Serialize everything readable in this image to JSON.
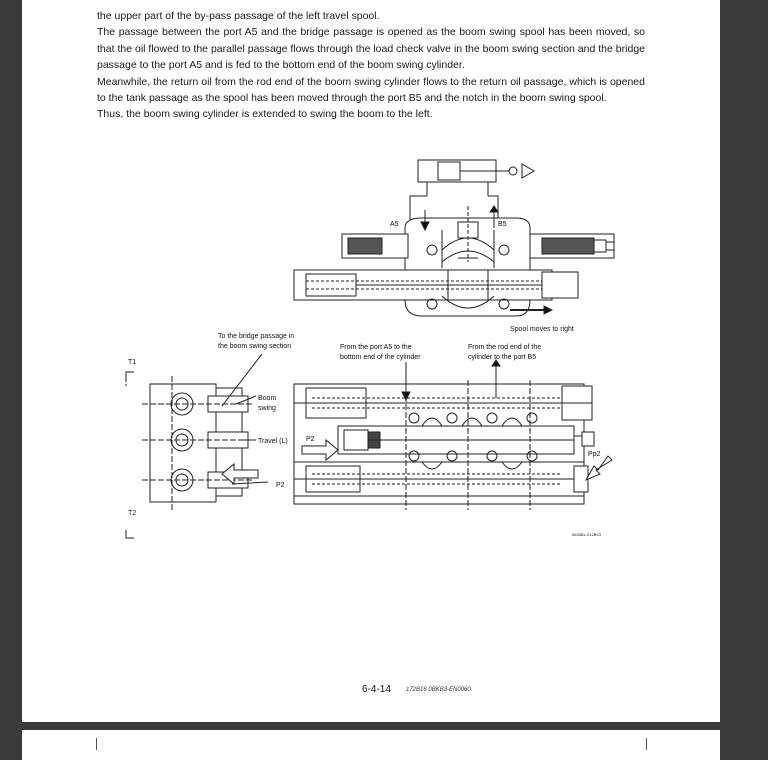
{
  "text": {
    "lines": [
      "the upper part of the by-pass passage of the left travel spool.",
      "The passage between the port A5 and the bridge passage is opened as the boom swing spool has been moved, so that the oil flowed to the parallel passage flows through the load check valve in the boom swing section and the bridge passage to the port A5 and is fed to the bottom end of the boom swing cylinder.",
      "Meanwhile, the return oil from the rod end of the boom swing cylinder flows to the return oil passage, which is opened to the tank passage as the spool has been moved through the port B5 and the notch in the boom swing spool.",
      "Thus, the boom swing cylinder is extended to swing the boom to the left."
    ]
  },
  "diagram": {
    "labels": {
      "a5": "A5",
      "b5": "B5",
      "spool_moves": "Spool moves to right",
      "bridge_1": "To the bridge passage in",
      "bridge_2": "the boom swing section",
      "from_a5_1": "From the port A5 to the",
      "from_a5_2": "bottom end of the cylinder",
      "from_rod_1": "From the rod end of the",
      "from_rod_2": "cylinder to the port B5",
      "t1": "T1",
      "t2": "T2",
      "boom_1": "Boom",
      "boom_2": "swing",
      "travel": "Travel (L)",
      "p2_left": "P2",
      "p2_mid": "P2",
      "pp2": "Pp2",
      "fig_code": "0633BL-012B03"
    }
  },
  "footer": {
    "page_number": "6-4-14",
    "doc_code": "172B16  0BKB3-EN0060"
  }
}
